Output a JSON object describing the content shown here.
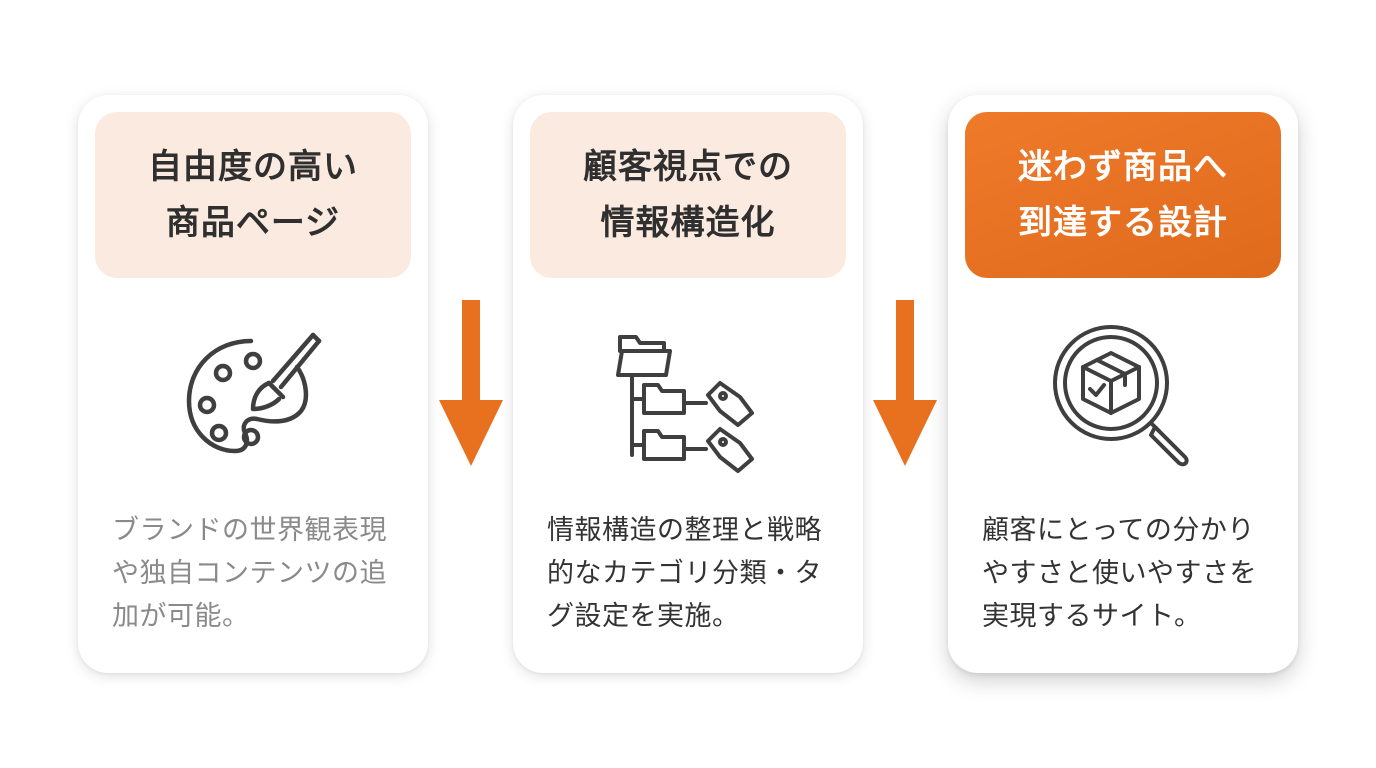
{
  "colors": {
    "accent": "#E8711F",
    "header_tint": "#FBEAE0",
    "icon_stroke": "#3F3F3F",
    "muted_text": "#8A8A8A",
    "body_text": "#333333"
  },
  "cards": [
    {
      "title_lines": [
        "自由度の高い",
        "商品ページ"
      ],
      "icon": "palette-brush-icon",
      "body_lines": [
        "ブランドの世界観表現",
        "や独自コンテンツの追",
        "加が可能。"
      ]
    },
    {
      "title_lines": [
        "顧客視点での",
        "情報構造化"
      ],
      "icon": "folder-tag-tree-icon",
      "body_lines": [
        "情報構造の整理と戦略",
        "的なカテゴリ分類・タ",
        "グ設定を実施。"
      ]
    },
    {
      "title_lines": [
        "迷わず商品へ",
        "到達する設計"
      ],
      "icon": "magnifier-box-icon",
      "body_lines": [
        "顧客にとっての分かり",
        "やすさと使いやすさを",
        "実現するサイト。"
      ]
    }
  ],
  "arrows": [
    {
      "icon": "down-arrow-icon"
    },
    {
      "icon": "down-arrow-icon"
    }
  ]
}
